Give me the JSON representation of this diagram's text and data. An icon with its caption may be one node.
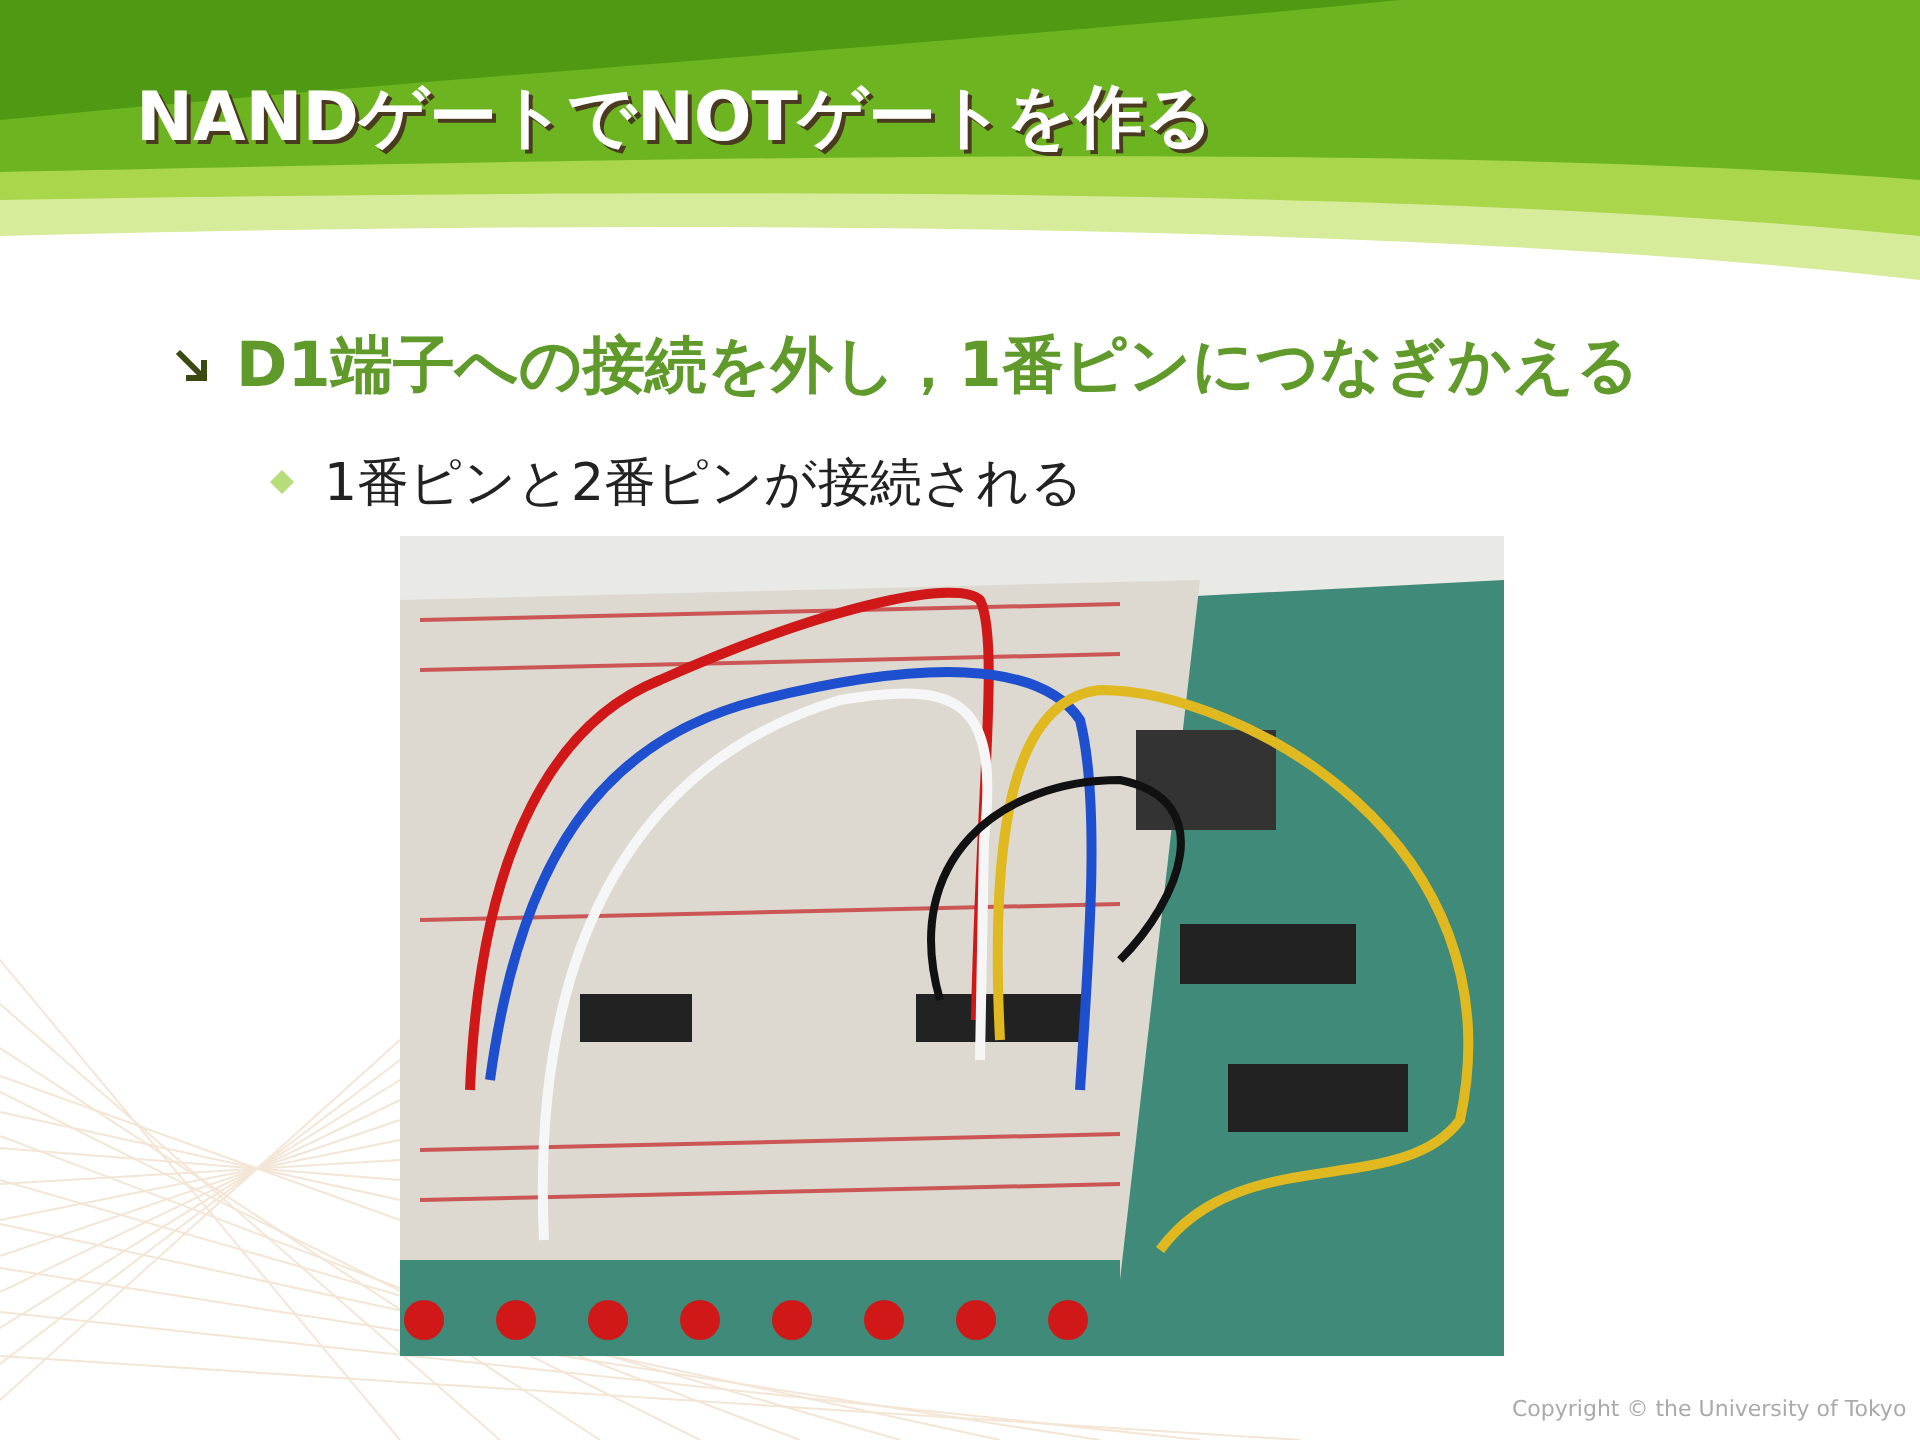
{
  "diagram": {
    "title": "NANDゲートでNOTゲートを作る",
    "labels": [
      "D1端子への接続を外し，1番ピンにつなぎかえる",
      "1番ピンと2番ピンが接続される",
      "Copyright © the University of Tokyo"
    ]
  }
}
